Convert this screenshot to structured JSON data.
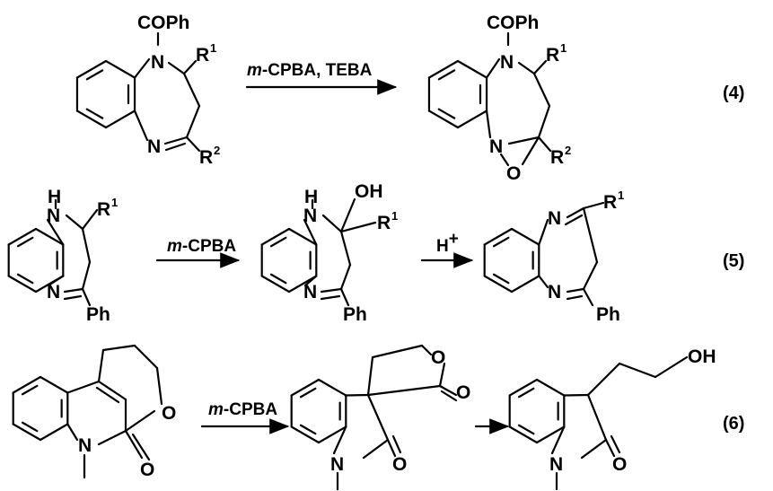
{
  "reaction4": {
    "reactant": {
      "acyl": "COPh",
      "r1": "R",
      "r1_sup": "1",
      "n_top": "N",
      "n_bottom": "N",
      "r2": "R",
      "r2_sup": "2"
    },
    "reagent_italic": "m",
    "reagent_rest": "-CPBA, TEBA",
    "product": {
      "acyl": "COPh",
      "r1": "R",
      "r1_sup": "1",
      "n_top": "N",
      "n_bottom": "N",
      "o": "O",
      "r2": "R",
      "r2_sup": "2"
    },
    "number": "(4)"
  },
  "reaction5": {
    "reactant": {
      "h": "H",
      "n_top": "N",
      "r1": "R",
      "r1_sup": "1",
      "n_bottom": "N",
      "ph": "Ph"
    },
    "reagent_italic": "m",
    "reagent_rest": "-CPBA",
    "intermediate": {
      "h": "H",
      "n_top": "N",
      "oh": "OH",
      "r1": "R",
      "r1_sup": "1",
      "n_bottom": "N",
      "ph": "Ph"
    },
    "acid": "H",
    "acid_sup": "+",
    "product": {
      "n_top": "N",
      "r1": "R",
      "r1_sup": "1",
      "n_bottom": "N",
      "ph": "Ph"
    },
    "number": "(5)"
  },
  "reaction6": {
    "reactant": {
      "n": "N",
      "o_ring": "O",
      "o_carbonyl": "O"
    },
    "reagent_italic": "m",
    "reagent_rest": "-CPBA",
    "intermediate": {
      "n": "N",
      "o_lactam": "O",
      "o_ring": "O",
      "o_lactone": "O"
    },
    "product": {
      "n": "N",
      "o_lactam": "O",
      "oh": "OH"
    },
    "number": "(6)"
  }
}
